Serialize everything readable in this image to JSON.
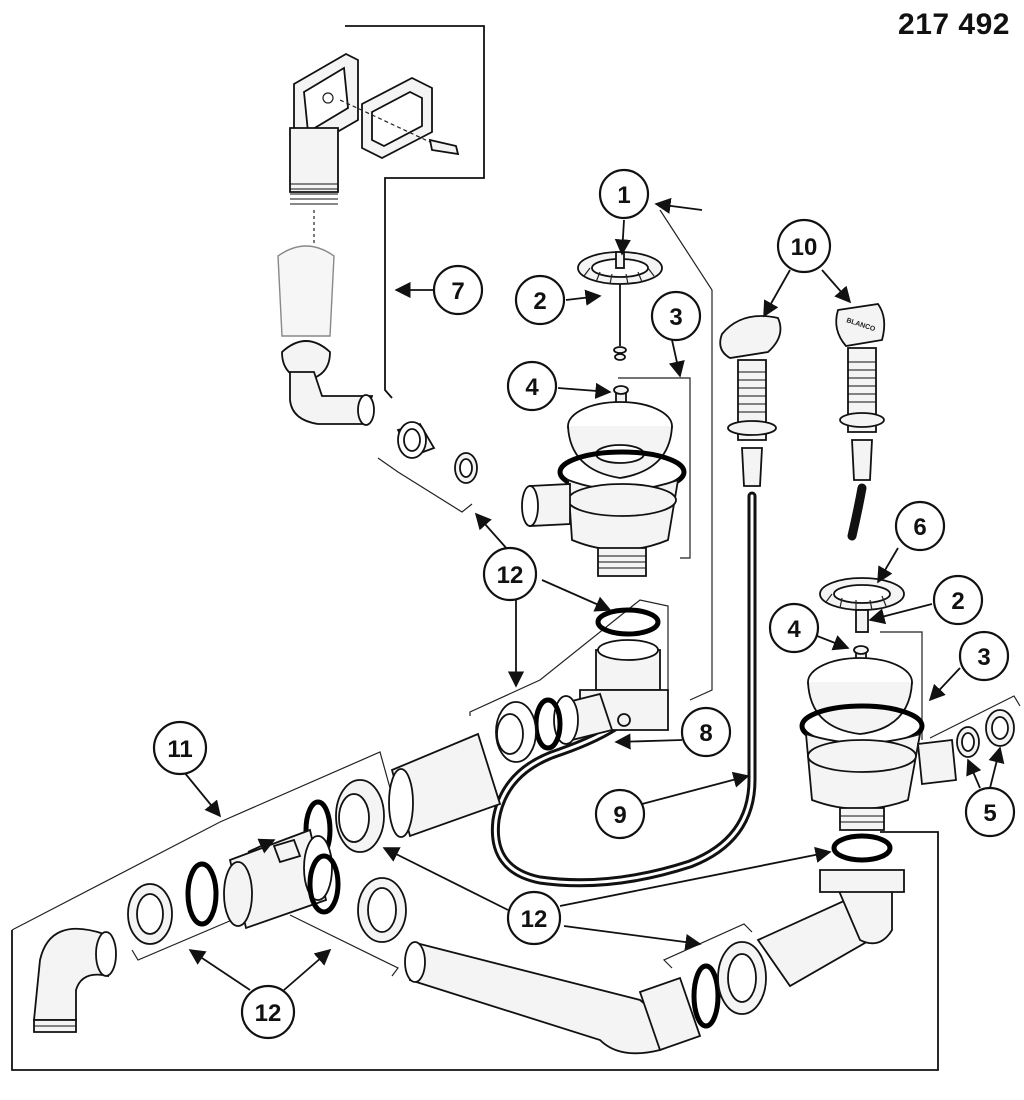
{
  "part_number": "217 492",
  "brand_label": "BLANCO",
  "callouts": [
    {
      "id": "c1",
      "label": "1"
    },
    {
      "id": "c2a",
      "label": "2"
    },
    {
      "id": "c3a",
      "label": "3"
    },
    {
      "id": "c4a",
      "label": "4"
    },
    {
      "id": "c7",
      "label": "7"
    },
    {
      "id": "c10",
      "label": "10"
    },
    {
      "id": "c6",
      "label": "6"
    },
    {
      "id": "c2b",
      "label": "2"
    },
    {
      "id": "c4b",
      "label": "4"
    },
    {
      "id": "c3b",
      "label": "3"
    },
    {
      "id": "c5",
      "label": "5"
    },
    {
      "id": "c12a",
      "label": "12"
    },
    {
      "id": "c8",
      "label": "8"
    },
    {
      "id": "c9",
      "label": "9"
    },
    {
      "id": "c11",
      "label": "11"
    },
    {
      "id": "c12b",
      "label": "12"
    },
    {
      "id": "c12c",
      "label": "12"
    }
  ]
}
